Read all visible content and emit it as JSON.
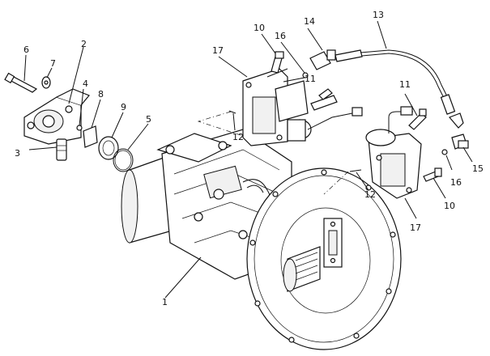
{
  "diagram": {
    "style": "exploded parts view",
    "line_color": "#111111",
    "background": "#ffffff",
    "callouts": [
      {
        "id": "c1",
        "label": "1"
      },
      {
        "id": "c2",
        "label": "2"
      },
      {
        "id": "c3",
        "label": "3"
      },
      {
        "id": "c4",
        "label": "4"
      },
      {
        "id": "c5",
        "label": "5"
      },
      {
        "id": "c6",
        "label": "6"
      },
      {
        "id": "c7",
        "label": "7"
      },
      {
        "id": "c8",
        "label": "8"
      },
      {
        "id": "c9",
        "label": "9"
      },
      {
        "id": "c10a",
        "label": "10"
      },
      {
        "id": "c10b",
        "label": "10"
      },
      {
        "id": "c11a",
        "label": "11"
      },
      {
        "id": "c11b",
        "label": "11"
      },
      {
        "id": "c12a",
        "label": "12"
      },
      {
        "id": "c12b",
        "label": "12"
      },
      {
        "id": "c13",
        "label": "13"
      },
      {
        "id": "c14",
        "label": "14"
      },
      {
        "id": "c15",
        "label": "15"
      },
      {
        "id": "c16a",
        "label": "16"
      },
      {
        "id": "c16b",
        "label": "16"
      },
      {
        "id": "c17a",
        "label": "17"
      },
      {
        "id": "c17b",
        "label": "17"
      }
    ]
  }
}
